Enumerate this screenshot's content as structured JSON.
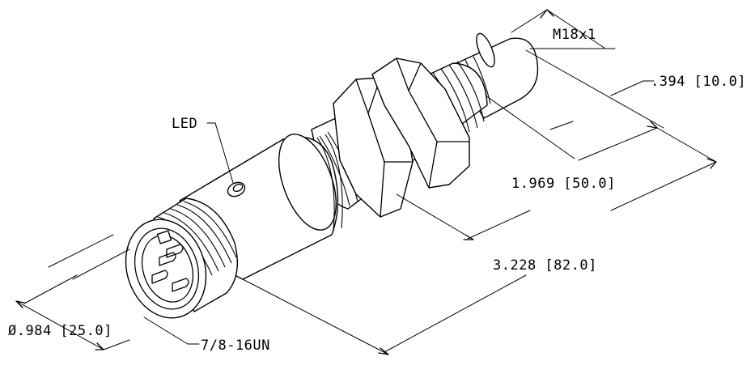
{
  "labels": {
    "led": "LED",
    "thread_main": "M18x1",
    "dim_sensing_face": ".394 [10.0]",
    "dim_thread_length": "1.969 [50.0]",
    "dim_overall_length": "3.228 [82.0]",
    "dim_diameter": "Ø.984 [25.0]",
    "thread_connector": "7/8-16UN"
  },
  "style": {
    "line_color": "#000000",
    "background": "#ffffff"
  }
}
